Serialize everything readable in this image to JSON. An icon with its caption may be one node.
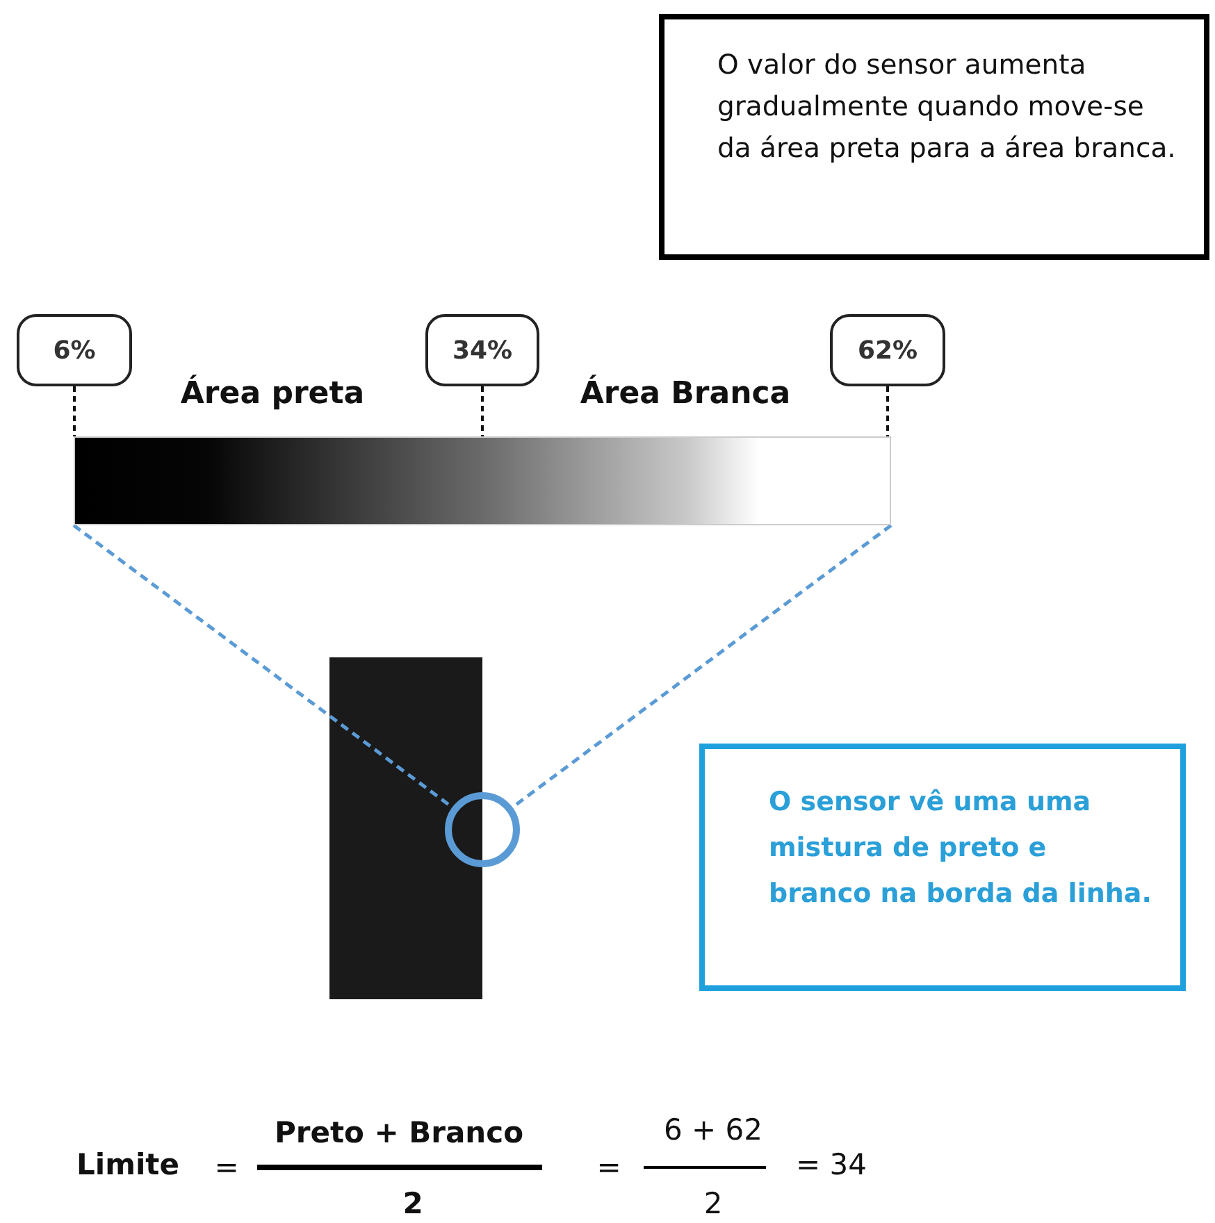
{
  "diagram": {
    "nodes": [
      {
        "text": [
          "O valor do sensor aumenta gradualmente quando move-se da área preta para a área branca."
        ]
      },
      {
        "text": [
          "6%"
        ]
      },
      {
        "text": [
          "34%"
        ]
      },
      {
        "text": [
          "62%"
        ]
      },
      {
        "text": [],
        "shape": "bar"
      },
      {
        "text": [],
        "shape": "circle"
      },
      {
        "text": [
          "O sensor vê uma uma mistura de preto e branco na borda da linha."
        ]
      }
    ],
    "edges": [
      {
        "from": 1,
        "to": 4,
        "arrow": "none",
        "style": "dashed"
      },
      {
        "from": 2,
        "to": 4,
        "arrow": "none",
        "style": "dashed"
      },
      {
        "from": 3,
        "to": 4,
        "arrow": "none",
        "style": "dashed"
      },
      {
        "from": 4,
        "to": 5,
        "arrow": "none",
        "style": "dashed",
        "color": "#5b9bd5"
      },
      {
        "from": 4,
        "to": 5,
        "arrow": "none",
        "style": "dashed",
        "color": "#5b9bd5"
      }
    ],
    "labels": [
      "Área preta",
      "Área Branca",
      "Limite",
      "=",
      "Preto + Branco",
      "2",
      "=",
      "6 + 62",
      "2",
      "= 34"
    ]
  }
}
